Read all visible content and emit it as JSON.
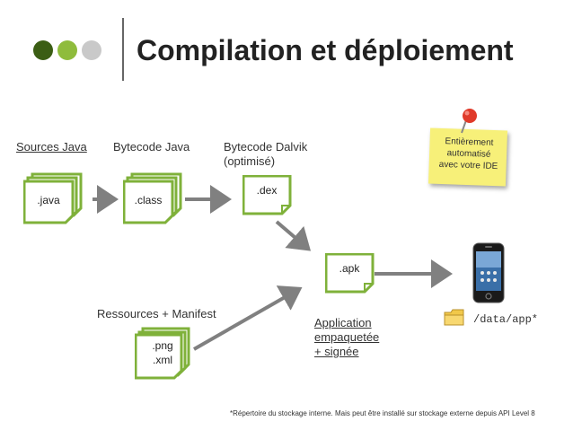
{
  "header": {
    "title": "Compilation et déploiement",
    "dots": [
      "#3b5e14",
      "#8fbc3c",
      "#c9c9c9"
    ]
  },
  "labels": {
    "sources_java": "Sources Java",
    "bytecode_java": "Bytecode Java",
    "bytecode_dalvik_1": "Bytecode Dalvik",
    "bytecode_dalvik_2": "(optimisé)",
    "ressources": "Ressources + Manifest",
    "application_1": "Application",
    "application_2": "empaquetée",
    "application_3": "+ signée",
    "data_path": "/data/app*"
  },
  "files": {
    "java": ".java",
    "class": ".class",
    "dex": ".dex",
    "apk": ".apk",
    "png": ".png",
    "xml": ".xml"
  },
  "note": {
    "line1": "Entièrement",
    "line2": "automatisé",
    "line3": "avec votre IDE",
    "color": "#f7f079",
    "pin_color": "#e03a2a"
  },
  "footnote": "*Répertoire du stockage interne. Mais peut être installé sur stockage externe depuis API Level 8",
  "colors": {
    "doc_border": "#7fb13a",
    "arrow": "#808080"
  },
  "icons": {
    "phone": "phone-icon",
    "folder": "folder-icon",
    "pin": "pushpin-icon"
  }
}
